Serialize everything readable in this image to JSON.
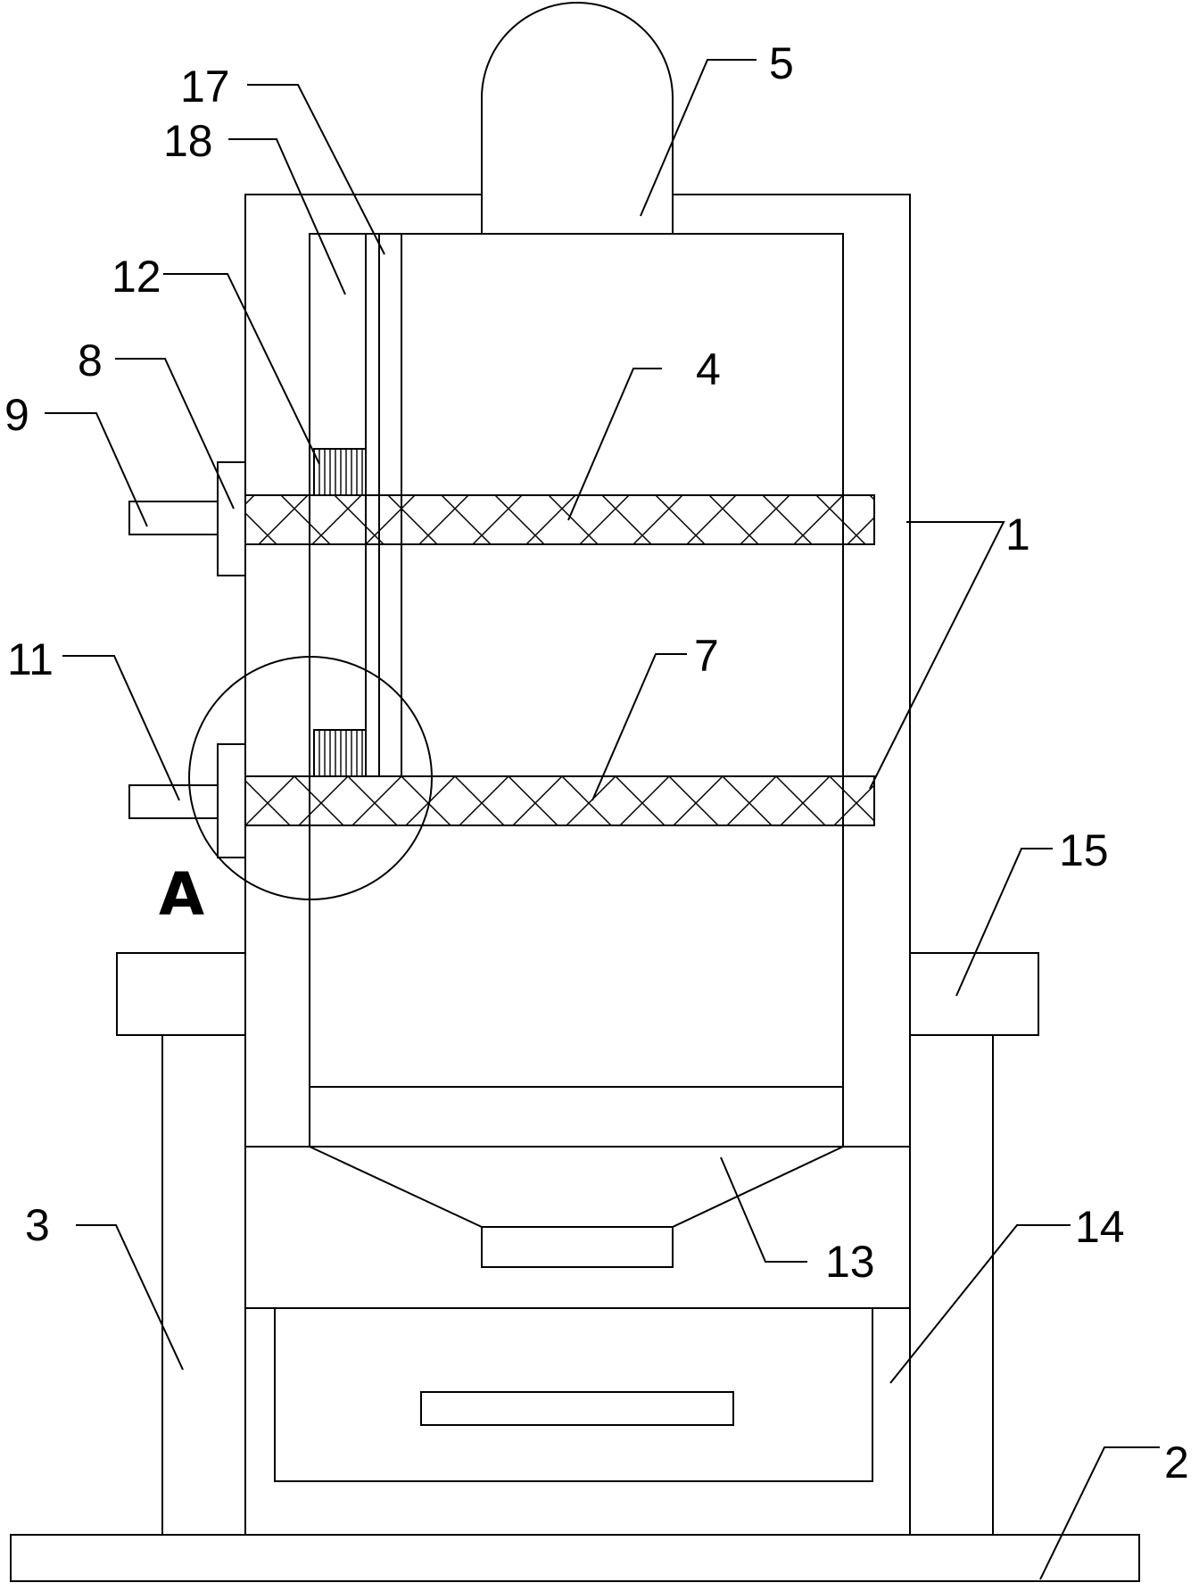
{
  "labels": {
    "l1": "1",
    "l2": "2",
    "l3": "3",
    "l4": "4",
    "l5": "5",
    "l7": "7",
    "l8": "8",
    "l9": "9",
    "l11": "11",
    "l12": "12",
    "l13": "13",
    "l14": "14",
    "l15": "15",
    "l17": "17",
    "l18": "18"
  },
  "detail_marker": "A",
  "colors": {
    "stroke": "#000000",
    "background": "#ffffff"
  }
}
